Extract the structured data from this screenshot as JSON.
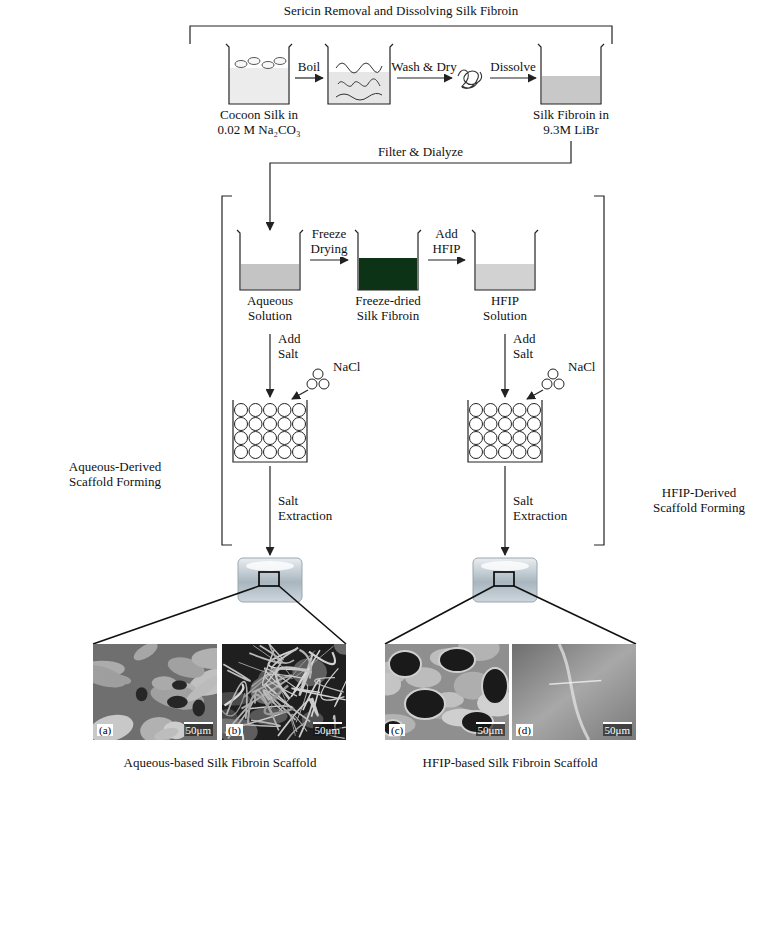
{
  "diagram": {
    "nodes": [
      {
        "text": [
          "Cocoon Silk in 0.02 M Na₂CO₃"
        ]
      },
      {
        "text": [
          "Silk Fibroin in 9.3M LiBr"
        ]
      },
      {
        "text": [
          "Aqueous Solution"
        ]
      },
      {
        "text": [
          "Freeze-dried Silk Fibroin"
        ]
      },
      {
        "text": [
          "HFIP Solution"
        ]
      },
      {
        "text": [
          "(a)",
          "50μm"
        ]
      },
      {
        "text": [
          "(b)",
          "50μm"
        ]
      },
      {
        "text": [
          "(c)",
          "50μm"
        ]
      },
      {
        "text": [
          "(d)",
          "50μm"
        ]
      }
    ],
    "edges": [
      {
        "from": 1,
        "to": 2,
        "arrow": "to",
        "label": "Filter & Dialyze"
      },
      {
        "from": 2,
        "to": 3,
        "arrow": "to",
        "label": "Freeze Drying"
      },
      {
        "from": 3,
        "to": 4,
        "arrow": "to",
        "label": "Add HFIP"
      }
    ],
    "labels": [
      "Sericin Removal and Dissolving Silk Fibroin",
      "Boil",
      "Wash & Dry",
      "Dissolve",
      "Aqueous-Derived Scaffold Forming",
      "HFIP-Derived Scaffold Forming",
      "Add Salt",
      "Add Salt",
      "NaCl",
      "NaCl",
      "Salt Extraction",
      "Salt Extraction",
      "Aqueous-based Silk Fibroin Scaffold",
      "HFIP-based Silk Fibroin Scaffold"
    ]
  }
}
